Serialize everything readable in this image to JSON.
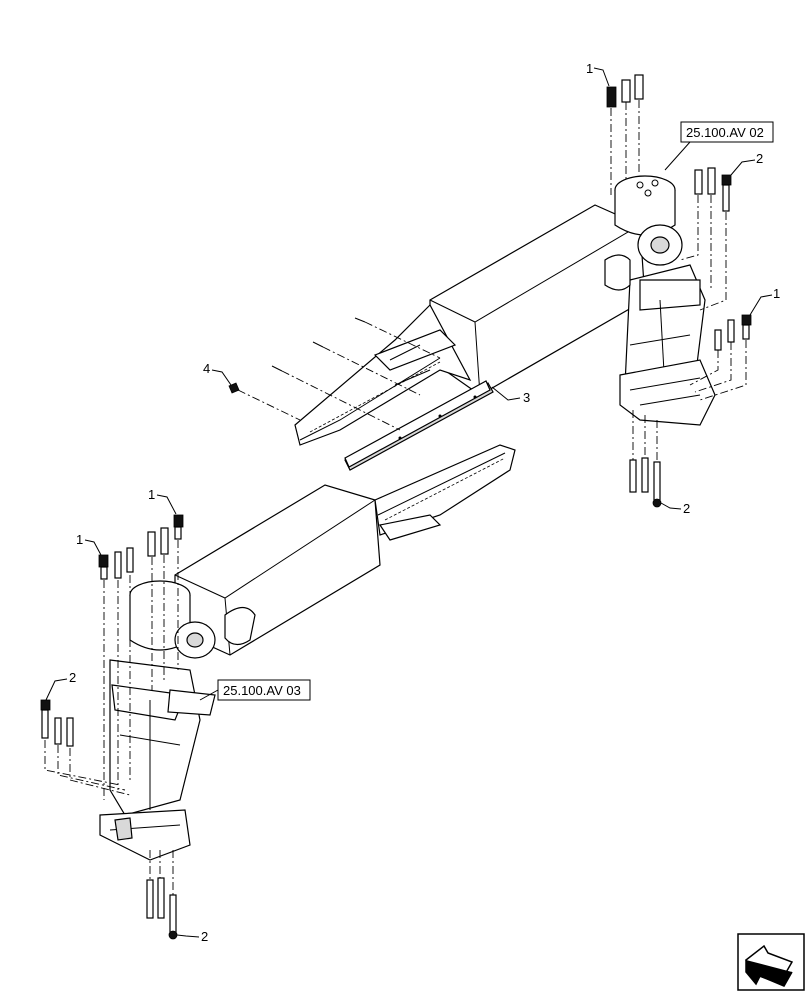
{
  "diagram": {
    "callouts": {
      "c1_top": "1",
      "c2_right_top": "2",
      "c1_right": "1",
      "c3": "3",
      "c4": "4",
      "c2_right_bottom": "2",
      "c1_left_upper": "1",
      "c1_left_lower": "1",
      "c2_left": "2",
      "c2_bottom": "2"
    },
    "references": {
      "ref_upper": "25.100.AV 02",
      "ref_lower": "25.100.AV 03"
    }
  },
  "nav": {
    "icon": "next-page-arrow-icon"
  }
}
